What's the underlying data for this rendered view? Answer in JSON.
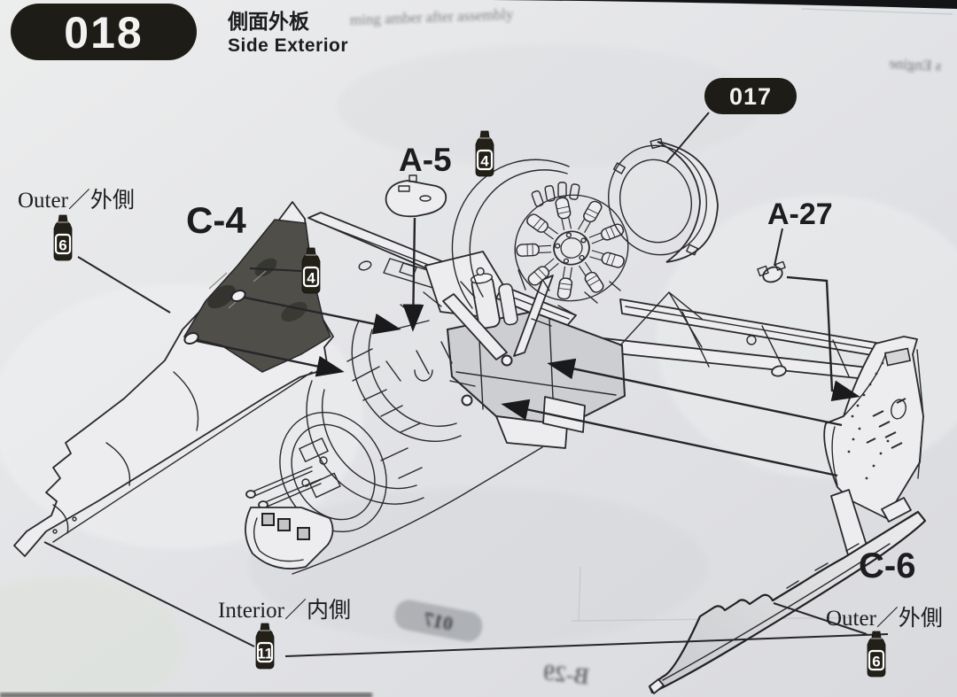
{
  "page": {
    "step_number": "018",
    "title_jp": "側面外板",
    "title_en": "Side Exterior",
    "ref_step_badge": "017"
  },
  "part_labels": {
    "a5": "A-5",
    "c4": "C-4",
    "a27": "A-27",
    "c6": "C-6"
  },
  "paint_callouts": {
    "outer_top_left": {
      "label": "Outer／外側",
      "paint_number": "6"
    },
    "a5_paint_number": "4",
    "c4_paint_number": "4",
    "interior": {
      "label": "Interior／内側",
      "paint_number": "11"
    },
    "outer_bottom_right": {
      "label": "Outer／外側",
      "paint_number": "6"
    }
  },
  "bleed_through": {
    "top_center_smudge": "ming amber after assembly",
    "top_right_smudge": "s Engine",
    "badge_smudge": "017",
    "part_smudge": "B-29"
  },
  "colors": {
    "badge_black": "#1d1c17",
    "paper": "#e3e4e6",
    "ink": "#26262a",
    "panel_dark": "#4f4e48"
  }
}
